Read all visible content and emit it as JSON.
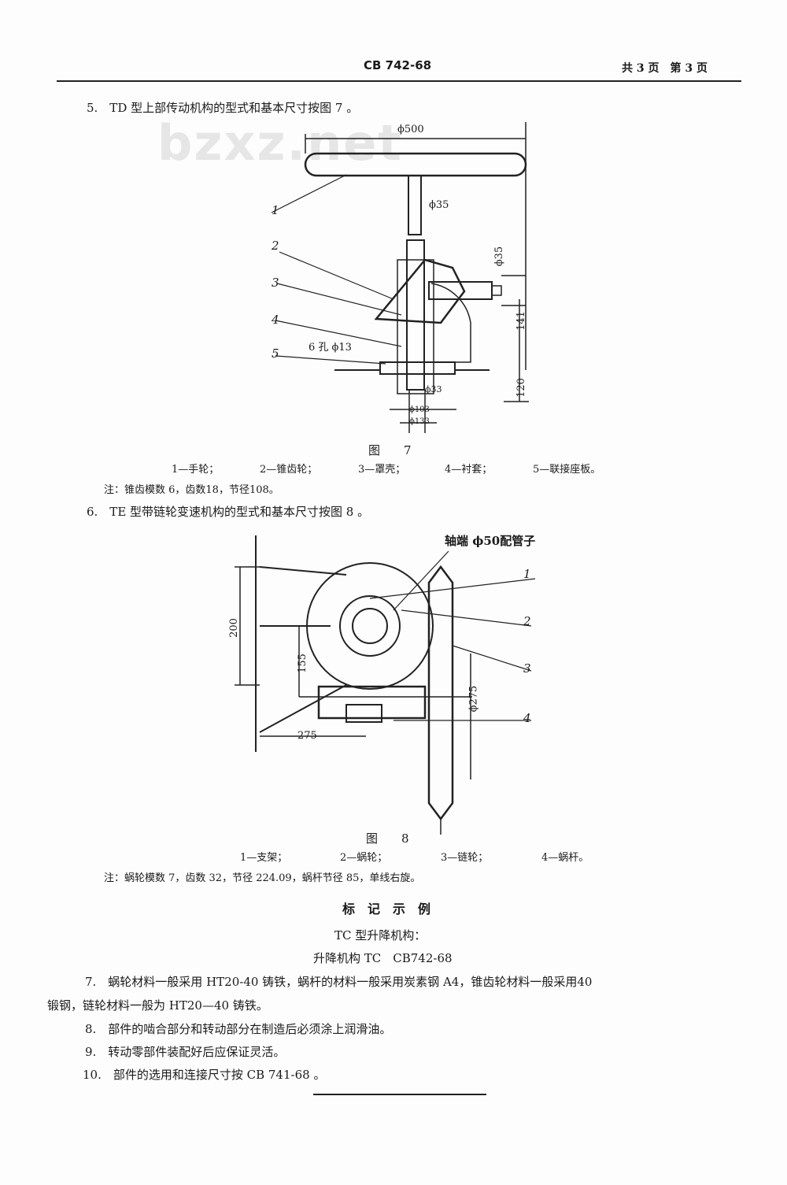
{
  "header": {
    "code": "CB 742-68",
    "pages": "共 3 页　第 3 页"
  },
  "watermark": "bzxz.net",
  "item5": "5.　TD 型上部传动机构的型式和基本尺寸按图 7 。",
  "fig7": {
    "labels": {
      "d500": "ϕ500",
      "d35a": "ϕ35",
      "d35b": "ϕ35",
      "holes": "6 孔 ϕ13",
      "d33": "ϕ33",
      "d103": "ϕ103",
      "d133": "ϕ133",
      "h141": "141",
      "h120": "120",
      "n1": "1",
      "n2": "2",
      "n3": "3",
      "n4": "4",
      "n5": "5"
    },
    "caption": "图　　7",
    "legend": [
      "1—手轮；",
      "2—锥齿轮；",
      "3—罩壳；",
      "4—衬套；",
      "5—联接座板。"
    ],
    "note": "注：锥齿模数 6，齿数18，节径108。"
  },
  "item6": "6.　TE 型带链轮变速机构的型式和基本尺寸按图 8 。",
  "fig8": {
    "labels": {
      "shaft": "轴端 ϕ50配管子",
      "d200": "200",
      "d155": "155",
      "d275": "275",
      "d275b": "ϕ275",
      "n1": "1",
      "n2": "2",
      "n3": "3",
      "n4": "4"
    },
    "caption": "图　　8",
    "legend": [
      "1—支架；",
      "2—蜗轮；",
      "3—链轮；",
      "4—蜗杆。"
    ],
    "note": "注：蜗轮模数 7，齿数 32，节径 224.09，蜗杆节径 85，单线右旋。"
  },
  "marking": {
    "title": "标　记　示　例",
    "line1": "TC 型升降机构：",
    "line2": "升降机构 TC　CB742-68"
  },
  "items": {
    "i7a": "7.　蜗轮材料一般采用 HT20-40 铸铁，蜗杆的材料一般采用炭素钢 A4，锥齿轮材料一般采用40",
    "i7b": "锻钢，链轮材料一般为 HT20—40 铸铁。",
    "i8": "8.　部件的啮合部分和转动部分在制造后必须涂上润滑油。",
    "i9": "9.　转动零部件装配好后应保证灵活。",
    "i10": "10.　部件的选用和连接尺寸按 CB 741-68 。"
  }
}
